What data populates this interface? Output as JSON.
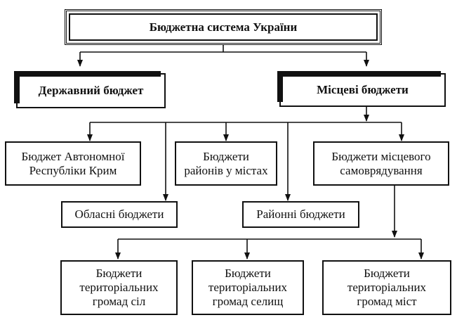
{
  "diagram": {
    "title": "Бюджетна система України",
    "state_budget": "Державний бюджет",
    "local_budgets": "Місцеві бюджети",
    "crimea": "Бюджет Автономної\nРеспубліки Крим",
    "city_districts": "Бюджети\nрайонів у містах",
    "self_government": "Бюджети місцевого\nсамоврядування",
    "oblast": "Обласні бюджети",
    "district": "Районні бюджети",
    "villages": "Бюджети\nтериторіальних\nгромад сіл",
    "settlements": "Бюджети\nтериторіальних\nгромад селищ",
    "cities": "Бюджети\nтериторіальних\nгромад міст"
  }
}
